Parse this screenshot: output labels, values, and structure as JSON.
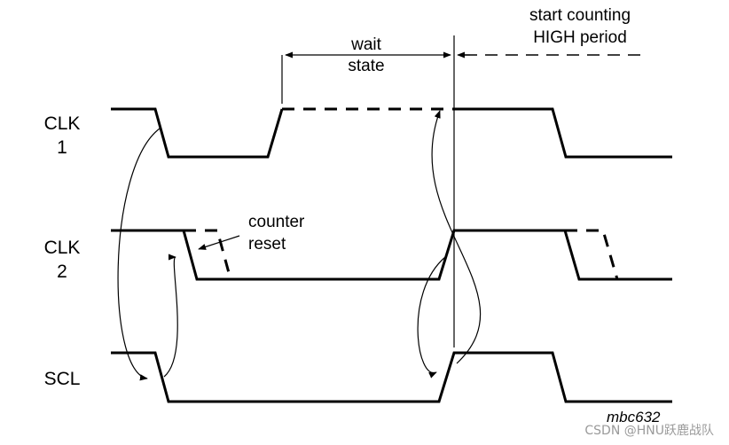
{
  "signals": {
    "clk1_line1": "CLK",
    "clk1_line2": "1",
    "clk2_line1": "CLK",
    "clk2_line2": "2",
    "scl": "SCL"
  },
  "annotations": {
    "wait_line1": "wait",
    "wait_line2": "state",
    "start_line1": "start counting",
    "start_line2": "HIGH period",
    "counter_line1": "counter",
    "counter_line2": "reset"
  },
  "figure_ref": "mbc632",
  "watermark": "CSDN @HNU跃鹿战队"
}
